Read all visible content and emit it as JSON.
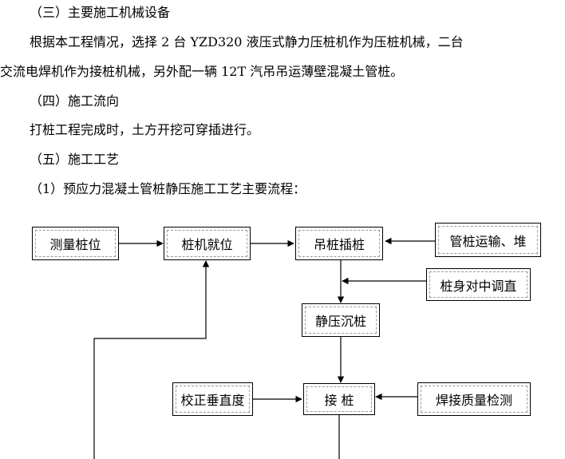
{
  "paragraphs": {
    "heading_3": "（三）主要施工机械设备",
    "para_1_line_1": "根据本工程情况，选择 2 台 YZD320 液压式静力压桩机作为压桩机械，二台",
    "para_1_line_2": "交流电焊机作为接桩机械，另外配一辆 12T 汽吊吊运薄壁混凝土管桩。",
    "heading_4": "（四）施工流向",
    "para_2": "打桩工程完成时，土方开挖可穿插进行。",
    "heading_5": "（五）施工工艺",
    "subheading_1": "（1）预应力混凝土管桩静压施工工艺主要流程："
  },
  "flowchart": {
    "measure": "测量桩位",
    "position": "桩机就位",
    "lift_insert": "吊桩插桩",
    "transport": "管桩运输、堆",
    "align": "桩身对中调直",
    "press_sink": "静压沉桩",
    "correct_vertical": "校正垂直度",
    "splice": "接  桩",
    "weld_check": "焊接质量检测"
  }
}
